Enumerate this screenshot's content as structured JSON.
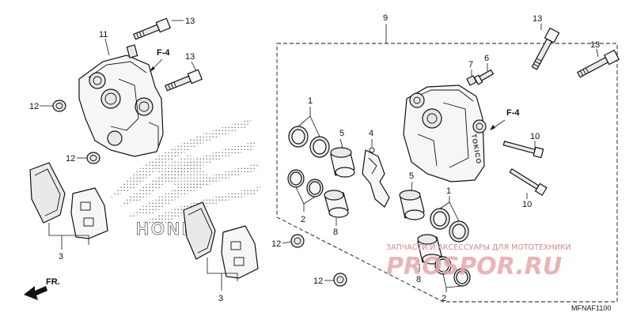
{
  "callouts": {
    "c9": "9",
    "c11": "11",
    "c13a": "13",
    "c13b": "13",
    "c13c": "13",
    "c13d": "13",
    "c12a": "12",
    "c12b": "12",
    "c12c": "12",
    "c12d": "12",
    "c3a": "3",
    "c3b": "3",
    "c1a": "1",
    "c1b": "1",
    "c2a": "2",
    "c2b": "2",
    "c5a": "5",
    "c5b": "5",
    "c4": "4",
    "c8a": "8",
    "c8b": "8",
    "c6": "6",
    "c7": "7",
    "c10a": "10",
    "c10b": "10"
  },
  "refs": {
    "f4_left": "F-4",
    "f4_right": "F-4",
    "front": "FR."
  },
  "diagram_code": "MFNAF1100",
  "caliper_marking": "TOKICO",
  "watermark": {
    "logo_text": "HONDA",
    "tagline": "ЗАПЧАСТИ И АКСЕССУАРЫ ДЛЯ МОТОТЕХНИКИ",
    "brand": "PROSPOR.RU"
  },
  "colors": {
    "line": "#111111",
    "watermark": "#d48a8a",
    "logo_dots": "#444444"
  }
}
